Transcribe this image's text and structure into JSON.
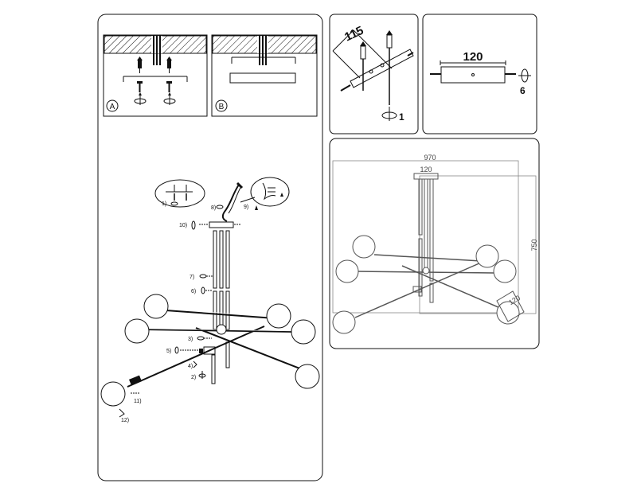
{
  "panels": {
    "main": {
      "label_a": "A",
      "label_b": "B"
    },
    "steps": {
      "step1": "1)",
      "step2": "2)",
      "step3": "3)",
      "step4": "4)",
      "step5": "5)",
      "step6": "6)",
      "step7": "7)",
      "step8": "8)",
      "step9": "9)",
      "step10": "10)",
      "step11": "11)",
      "step12": "12)"
    },
    "mount_detail": {
      "dimension": "115",
      "step": "1"
    },
    "canopy_detail": {
      "dimension": "120",
      "step": "6"
    },
    "dimensions": {
      "width": "970",
      "canopy": "120",
      "height": "750",
      "globe": "120"
    }
  }
}
